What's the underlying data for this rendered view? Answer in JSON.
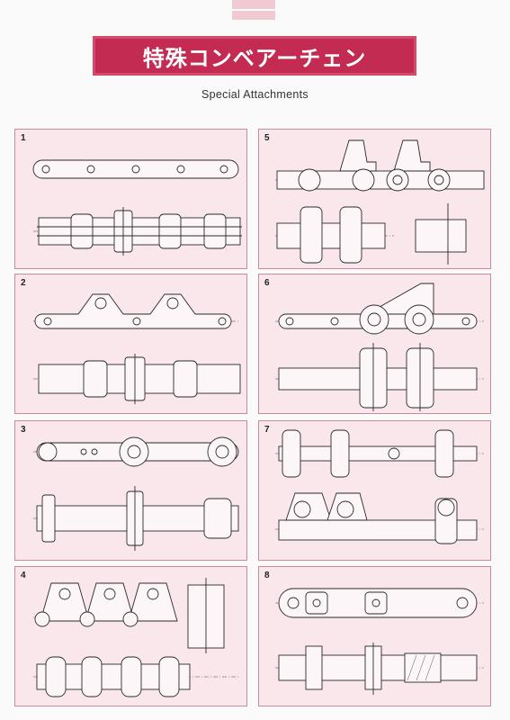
{
  "header": {
    "title": "特殊コンベアーチェン",
    "subtitle": "Special Attachments"
  },
  "panels": [
    {
      "number": "1"
    },
    {
      "number": "2"
    },
    {
      "number": "3"
    },
    {
      "number": "4"
    },
    {
      "number": "5"
    },
    {
      "number": "6"
    },
    {
      "number": "7"
    },
    {
      "number": "8"
    }
  ],
  "colors": {
    "title_bar": "#c32b53",
    "panel_bg": "#f9e7ec",
    "panel_border": "#c98a9b"
  }
}
